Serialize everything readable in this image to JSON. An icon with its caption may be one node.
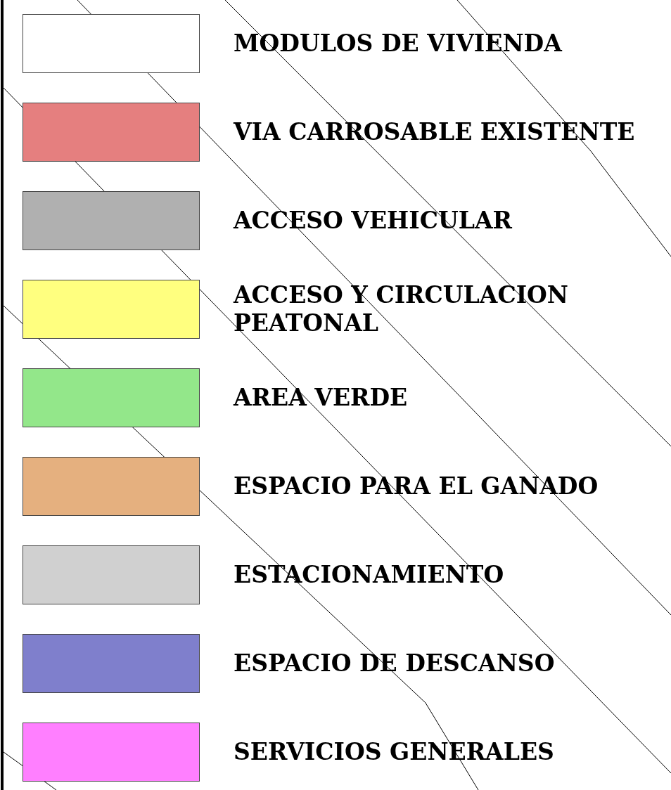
{
  "diagram": {
    "legend": [
      {
        "text": "MODULOS DE VIVIENDA",
        "color": "#ffffff"
      },
      {
        "text": "VIA CARROSABLE EXISTENTE",
        "color": "#e57f7f"
      },
      {
        "text": "ACCESO VEHICULAR",
        "color": "#b0b0b0"
      },
      {
        "text": "ACCESO Y CIRCULACION PEATONAL",
        "color": "#ffff7f"
      },
      {
        "text": "AREA VERDE",
        "color": "#93e78a"
      },
      {
        "text": "ESPACIO PARA EL GANADO",
        "color": "#e5b07f"
      },
      {
        "text": "ESTACIONAMIENTO",
        "color": "#d0d0d0"
      },
      {
        "text": "ESPACIO DE DESCANSO",
        "color": "#7f7fcc"
      },
      {
        "text": "SERVICIOS GENERALES",
        "color": "#ff7fff"
      }
    ]
  }
}
